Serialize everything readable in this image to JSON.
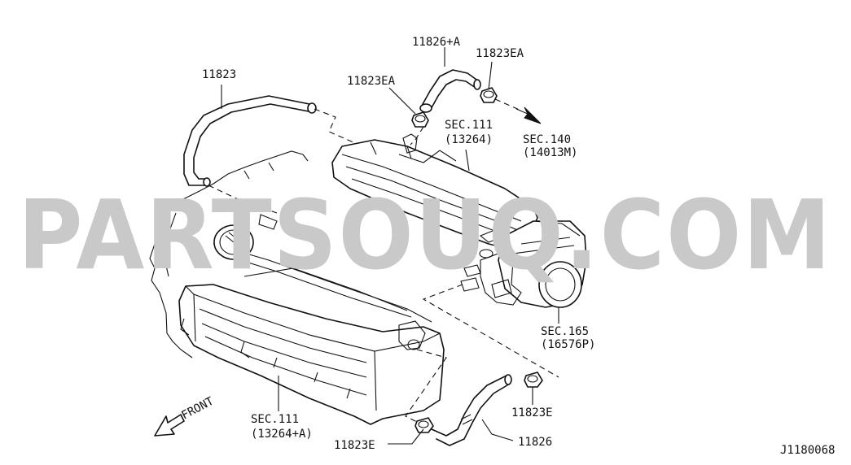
{
  "watermark": "PARTSOUQ.COM",
  "diagram_code": "J1180068",
  "front_label": "FRONT",
  "callouts": [
    {
      "id": "11823_top",
      "text": "11823"
    },
    {
      "id": "11826A",
      "text": "11826+A"
    },
    {
      "id": "11823EA_right",
      "text": "11823EA"
    },
    {
      "id": "11823EA_left",
      "text": "11823EA"
    },
    {
      "id": "sec111_upper_1",
      "text": "SEC.111"
    },
    {
      "id": "sec111_upper_2",
      "text": "(13264)"
    },
    {
      "id": "sec140_1",
      "text": "SEC.140"
    },
    {
      "id": "sec140_2",
      "text": "(14013M)"
    },
    {
      "id": "sec165_1",
      "text": "SEC.165"
    },
    {
      "id": "sec165_2",
      "text": "(16576P)"
    },
    {
      "id": "11823E_right",
      "text": "11823E"
    },
    {
      "id": "sec111_lower_1",
      "text": "SEC.111"
    },
    {
      "id": "sec111_lower_2",
      "text": "(13264+A)"
    },
    {
      "id": "11823E_left",
      "text": "11823E"
    },
    {
      "id": "11826",
      "text": "11826"
    }
  ]
}
